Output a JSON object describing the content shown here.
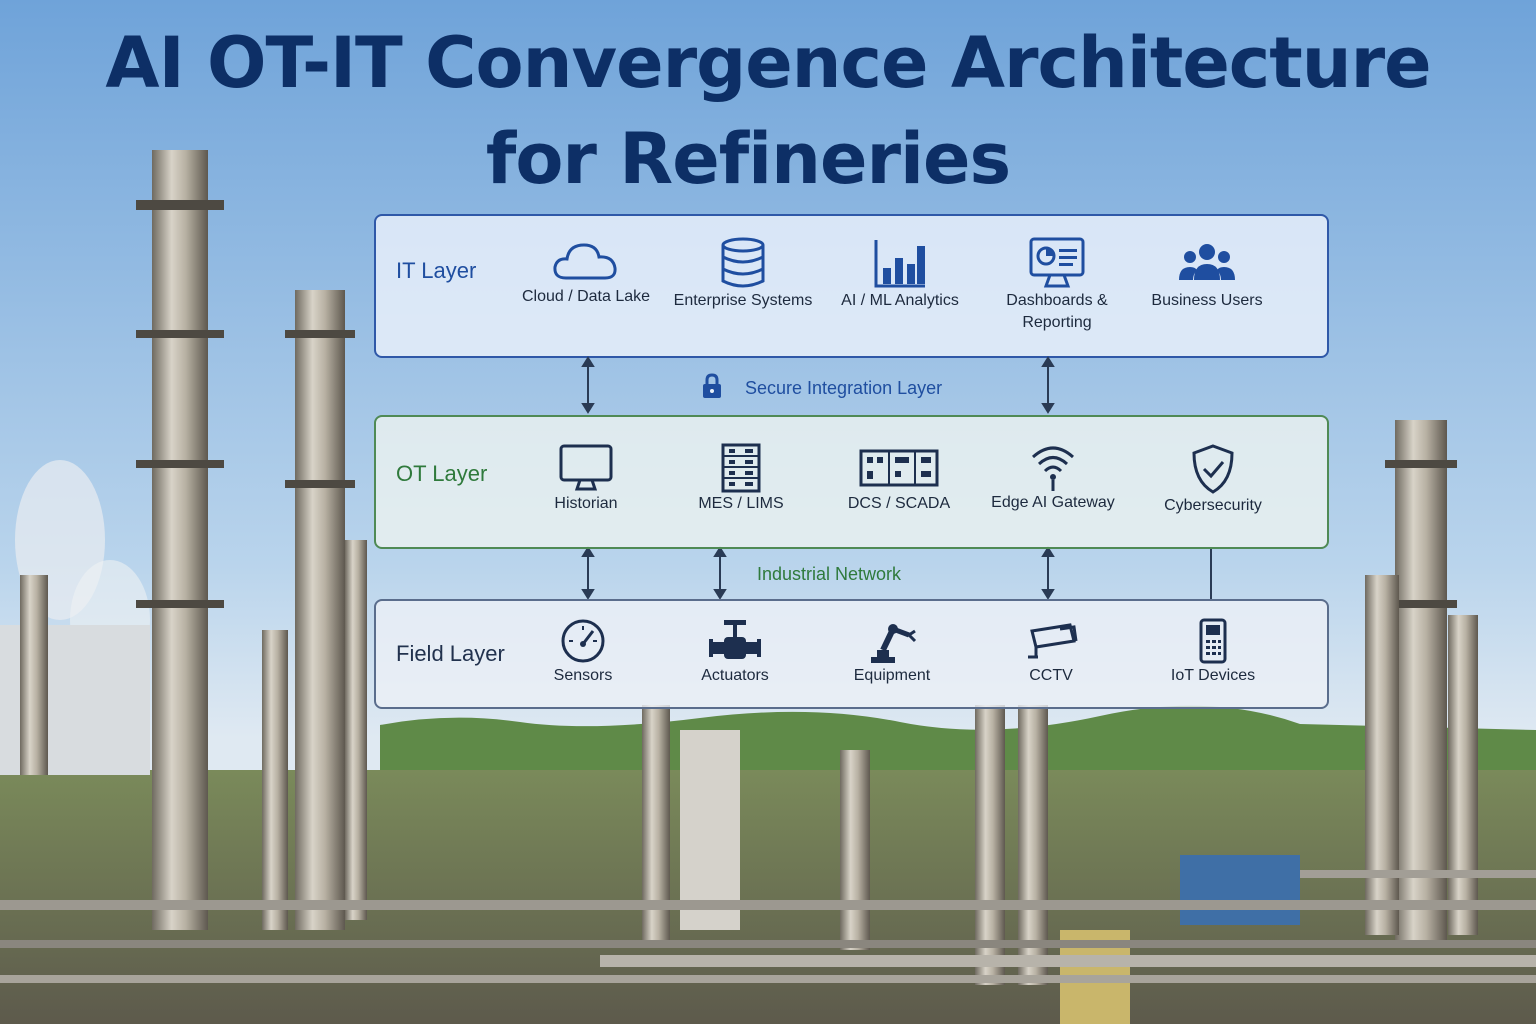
{
  "title": {
    "line1": "AI OT-IT Convergence Architecture",
    "line2": "for Refineries"
  },
  "layers": {
    "it": {
      "label": "IT Layer",
      "items": [
        {
          "icon": "cloud-icon",
          "label": "Cloud / Data Lake"
        },
        {
          "icon": "database-icon",
          "label": "Enterprise Systems"
        },
        {
          "icon": "bar-chart-icon",
          "label": "AI / ML Analytics"
        },
        {
          "icon": "dashboard-icon",
          "label": "Dashboards & Reporting"
        },
        {
          "icon": "users-icon",
          "label": "Business Users"
        }
      ]
    },
    "ot": {
      "label": "OT Layer",
      "items": [
        {
          "icon": "monitor-icon",
          "label": "Historian"
        },
        {
          "icon": "server-rack-icon",
          "label": "MES / LIMS"
        },
        {
          "icon": "control-panel-icon",
          "label": "DCS / SCADA"
        },
        {
          "icon": "wireless-icon",
          "label": "Edge AI Gateway"
        },
        {
          "icon": "shield-check-icon",
          "label": "Cybersecurity"
        }
      ]
    },
    "field": {
      "label": "Field Layer",
      "items": [
        {
          "icon": "gauge-icon",
          "label": "Sensors"
        },
        {
          "icon": "valve-icon",
          "label": "Actuators"
        },
        {
          "icon": "robot-arm-icon",
          "label": "Equipment"
        },
        {
          "icon": "camera-icon",
          "label": "CCTV"
        },
        {
          "icon": "handheld-device-icon",
          "label": "IoT Devices"
        }
      ]
    }
  },
  "connections": {
    "secure": "Secure Integration Layer",
    "network": "Industrial Network"
  },
  "colors": {
    "title": "#0d2f66",
    "it": "#2f58a8",
    "ot": "#4f8a55",
    "field": "#5a6d8c"
  }
}
